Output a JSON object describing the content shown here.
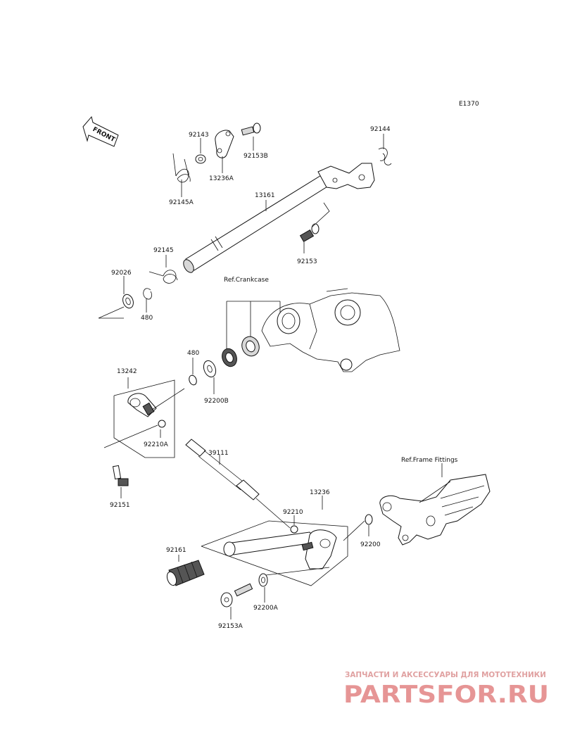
{
  "diagram_code": "E1370",
  "front_label": "FRONT",
  "refs": {
    "crankcase": "Ref.Crankcase",
    "frame_fittings": "Ref.Frame Fittings"
  },
  "parts": {
    "p92143": "92143",
    "p92153B": "92153B",
    "p92144": "92144",
    "p13236A": "13236A",
    "p92145A": "92145A",
    "p13161": "13161",
    "p92153": "92153",
    "p92145": "92145",
    "p92026": "92026",
    "p480_top": "480",
    "p480_mid": "480",
    "p13242": "13242",
    "p92200B": "92200B",
    "p92210A": "92210A",
    "p39111": "39111",
    "p92151": "92151",
    "p13236": "13236",
    "p92210": "92210",
    "p92200": "92200",
    "p92161": "92161",
    "p92200A": "92200A",
    "p92153A": "92153A"
  },
  "watermark": {
    "tagline": "ЗАПЧАСТИ И АКСЕССУАРЫ ДЛЯ МОТОТЕХНИКИ",
    "brand": "PARTSFOR.RU"
  }
}
